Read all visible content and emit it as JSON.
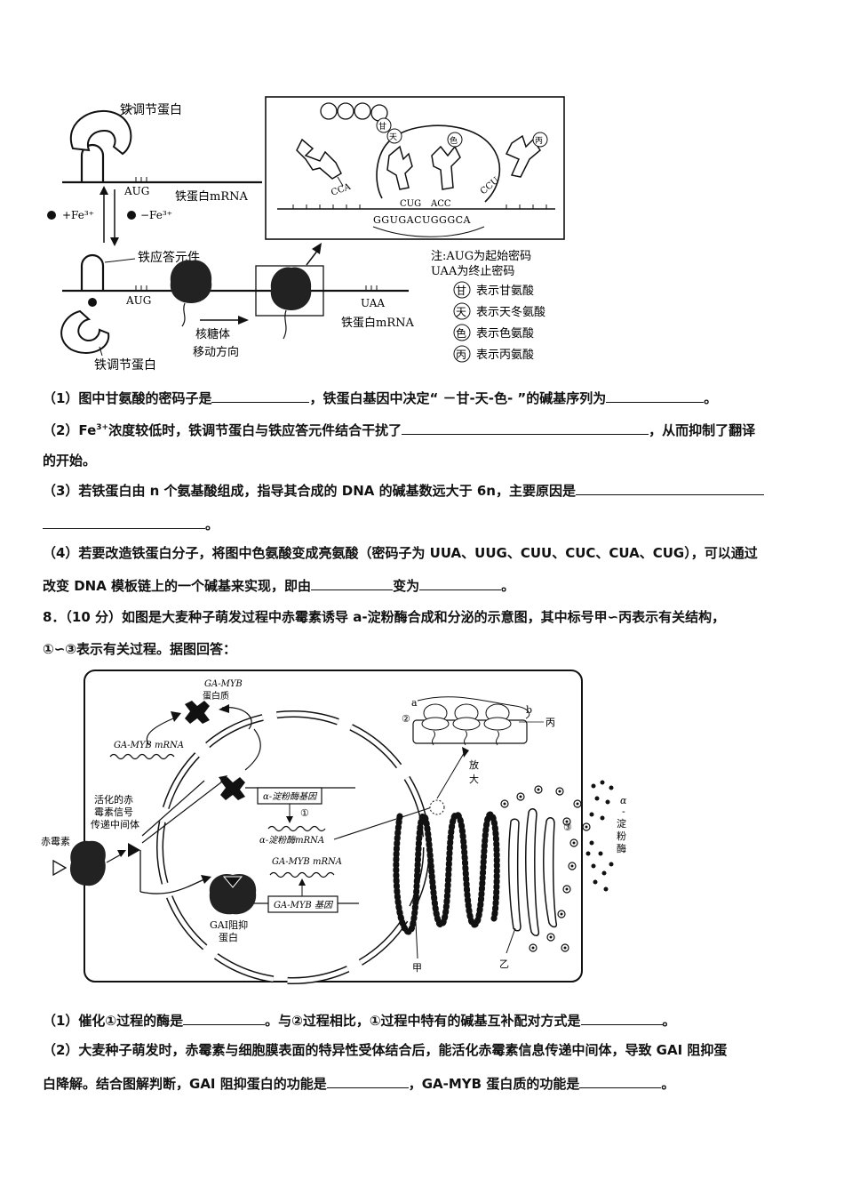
{
  "figure1": {
    "iron_regulatory_protein_top": "铁调节蛋白",
    "iron_regulatory_protein_bottom": "铁调节蛋白",
    "aug_top": "AUG",
    "aug_bottom": "AUG",
    "ferritin_mrna_top": "铁蛋白mRNA",
    "ferritin_mrna_bottom": "铁蛋白mRNA",
    "plus_fe": "+Fe³⁺",
    "minus_fe": "−Fe³⁺",
    "iron_response_element": "铁应答元件",
    "uaa": "UAA",
    "ribosome_direction_1": "核糖体",
    "ribosome_direction_2": "移动方向",
    "inset_mrna_seq": "GGUGACUGGGCA",
    "anticodon_cca": "CCA",
    "anticodon_cug": "CUG",
    "anticodon_acc": "ACC",
    "anticodon_ccu": "CCU",
    "aa_gan": "甘",
    "aa_tian": "天",
    "aa_se": "色",
    "aa_bing": "丙",
    "note_1": "注:AUG为起始密码",
    "note_2": "UAA为终止密码",
    "legend": [
      {
        "char": "甘",
        "text": "表示甘氨酸"
      },
      {
        "char": "天",
        "text": "表示天冬氨酸"
      },
      {
        "char": "色",
        "text": "表示色氨酸"
      },
      {
        "char": "丙",
        "text": "表示丙氨酸"
      }
    ]
  },
  "q7": {
    "p1_a": "（1）图中甘氨酸的密码子是",
    "p1_b": "，铁蛋白基因中决定“ －甘-天-色- ”的碱基序列为",
    "p1_c": "。",
    "p2_a": "（2）Fe",
    "p2_sup": "3+",
    "p2_b": "浓度较低时，铁调节蛋白与铁应答元件结合干扰了",
    "p2_c": "，从而抑制了翻译",
    "p2_d": "的开始。",
    "p3_a": "（3）若铁蛋白由 n 个氨基酸组成，指导其合成的 DNA 的碱基数远大于 6n，主要原因是",
    "p3_b": "。",
    "p4_a": "（4）若要改造铁蛋白分子，将图中色氨酸变成亮氨酸（密码子为 UUA、UUG、CUU、CUC、CUA、CUG），可以通过",
    "p4_b": "改变 DNA 模板链上的一个碱基来实现，即由",
    "p4_c": "变为",
    "p4_d": "。"
  },
  "q8": {
    "intro_1": "8．（10 分）如图是大麦种子萌发过程中赤霉素诱导 a-淀粉酶合成和分泌的示意图，其中标号甲∽丙表示有关结构，",
    "intro_2": "①∽③表示有关过程。据图回答：",
    "p1_a": "（1）催化①过程的酶是",
    "p1_b": "。与②过程相比，①过程中特有的碱基互补配对方式是",
    "p1_c": "。",
    "p2_a": "（2）大麦种子萌发时，赤霉素与细胞膜表面的特异性受体结合后，能活化赤霉素信息传递中间体，导致 GAI 阻抑蛋",
    "p2_b": "白降解。结合图解判断，GAI 阻抑蛋白的功能是",
    "p2_c": "，GA-MYB 蛋白质的功能是",
    "p2_d": "。"
  },
  "figure2": {
    "ga_myb_protein_1": "GA-MYB",
    "ga_myb_protein_2": "蛋白质",
    "ga_myb_mrna_left": "GA-MYB mRNA",
    "activated_1": "活化的赤",
    "activated_2": "霉素信号",
    "activated_3": "传递中间体",
    "gibberellin": "赤霉素",
    "amylase_gene": "α-淀粉酶基因",
    "circle_1": "①",
    "amylase_mrna": "α-淀粉酶mRNA",
    "ga_myb_mrna_mid": "GA-MYB mRNA",
    "ga_myb_gene": "GA-MYB 基因",
    "gai_1": "GAI阻抑",
    "gai_2": "蛋白",
    "label_a": "a",
    "label_b": "b",
    "circle_2": "②",
    "label_bing": "丙",
    "enlarge_1": "放",
    "enlarge_2": "大",
    "label_jia": "甲",
    "label_yi": "乙",
    "circle_3": "③",
    "amylase_side_1": "α",
    "amylase_side_2": "-",
    "amylase_side_3": "淀",
    "amylase_side_4": "粉",
    "amylase_side_5": "酶"
  }
}
